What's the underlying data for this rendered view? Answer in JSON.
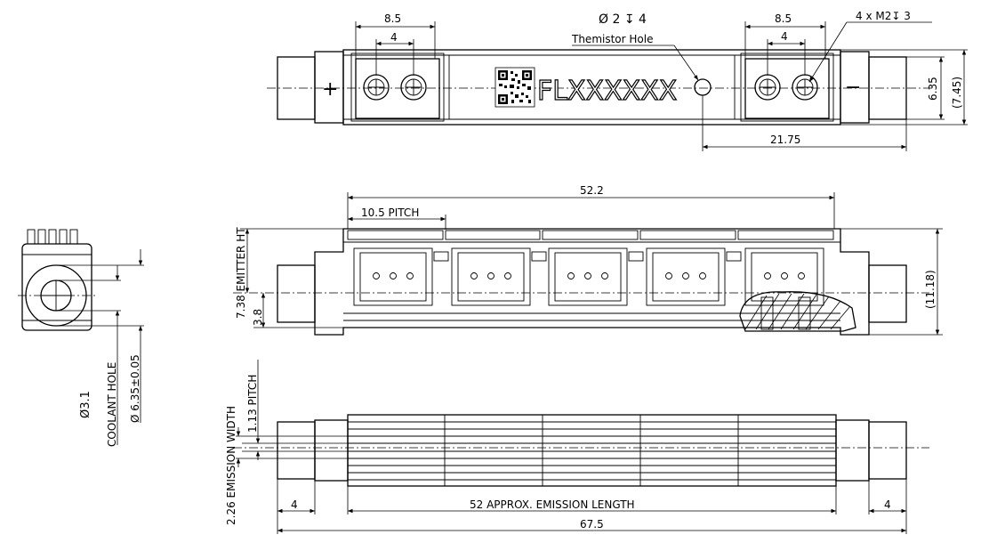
{
  "top_view": {
    "dim_left_outer": "8.5",
    "dim_left_inner": "4",
    "dim_right_outer": "8.5",
    "dim_right_inner": "4",
    "thermistor_spec": "Ø 2 ↧ 4",
    "thermistor_label": "Themistor Hole",
    "screw_spec": "4 x M2↧ 3",
    "part_number": "FLXXXXXX",
    "plus_sign": "+",
    "minus_sign": "−",
    "dim_height": "6.35",
    "dim_height_ref": "(7.45)",
    "dim_thermistor_offset": "21.75"
  },
  "side_view": {
    "dim_length": "52.2",
    "pitch_label": "10.5 PITCH",
    "emitter_label": "7.38 EMITTER HT",
    "dim_base": "3.8",
    "dim_height_ref": "(11.18)"
  },
  "end_view": {
    "coolant_spec": "Ø3.1",
    "coolant_label": "COOLANT HOLE",
    "coolant_tol": "Ø 6.35±0.05"
  },
  "bottom_view": {
    "pitch_label": "1.13 PITCH",
    "emission_width_label": "2.26 EMISSION WIDTH",
    "dim_left": "4",
    "dim_right": "4",
    "emission_length": "52 APPROX.  EMISSION  LENGTH",
    "dim_total": "67.5"
  }
}
